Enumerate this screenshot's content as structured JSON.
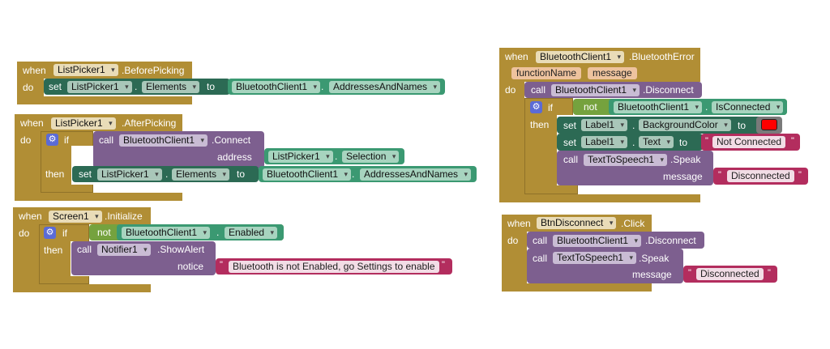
{
  "kw": {
    "when": "when",
    "do": "do",
    "set": "set",
    "to": "to",
    "call": "call",
    "if": "if",
    "then": "then",
    "not": "not",
    "dot": ".",
    "quote": "\""
  },
  "b1": {
    "component": "ListPicker1",
    "event": ".BeforePicking",
    "set_component": "ListPicker1",
    "set_prop": "Elements",
    "get_component": "BluetoothClient1",
    "get_prop": "AddressesAndNames"
  },
  "b2": {
    "component": "ListPicker1",
    "event": ".AfterPicking",
    "call_component": "BluetoothClient1",
    "method": ".Connect",
    "arg_label": "address",
    "arg_component": "ListPicker1",
    "arg_prop": "Selection",
    "set_component": "ListPicker1",
    "set_prop": "Elements",
    "get_component": "BluetoothClient1",
    "get_prop": "AddressesAndNames"
  },
  "b3": {
    "component": "Screen1",
    "event": ".Initialize",
    "cond_component": "BluetoothClient1",
    "cond_prop": "Enabled",
    "call_component": "Notifier1",
    "method": ".ShowAlert",
    "arg_label": "notice",
    "arg_text": "Bluetooth is not Enabled, go Settings to enable"
  },
  "b4": {
    "component": "BluetoothClient1",
    "event": ".BluetoothError",
    "param1": "functionName",
    "param2": "message",
    "call_component": "BluetoothClient1",
    "method": ".Disconnect",
    "cond_component": "BluetoothClient1",
    "cond_prop": "IsConnected",
    "set1_component": "Label1",
    "set1_prop": "BackgroundColor",
    "set1_color": "#ff0000",
    "set2_component": "Label1",
    "set2_prop": "Text",
    "set2_text": "Not Connected",
    "speak_component": "TextToSpeech1",
    "speak_method": ".Speak",
    "speak_arg": "message",
    "speak_text": "Disconnected"
  },
  "b5": {
    "component": "BtnDisconnect",
    "event": ".Click",
    "call_component": "BluetoothClient1",
    "method": ".Disconnect",
    "speak_component": "TextToSpeech1",
    "speak_method": ".Speak",
    "speak_arg": "message",
    "speak_text": "Disconnected"
  }
}
